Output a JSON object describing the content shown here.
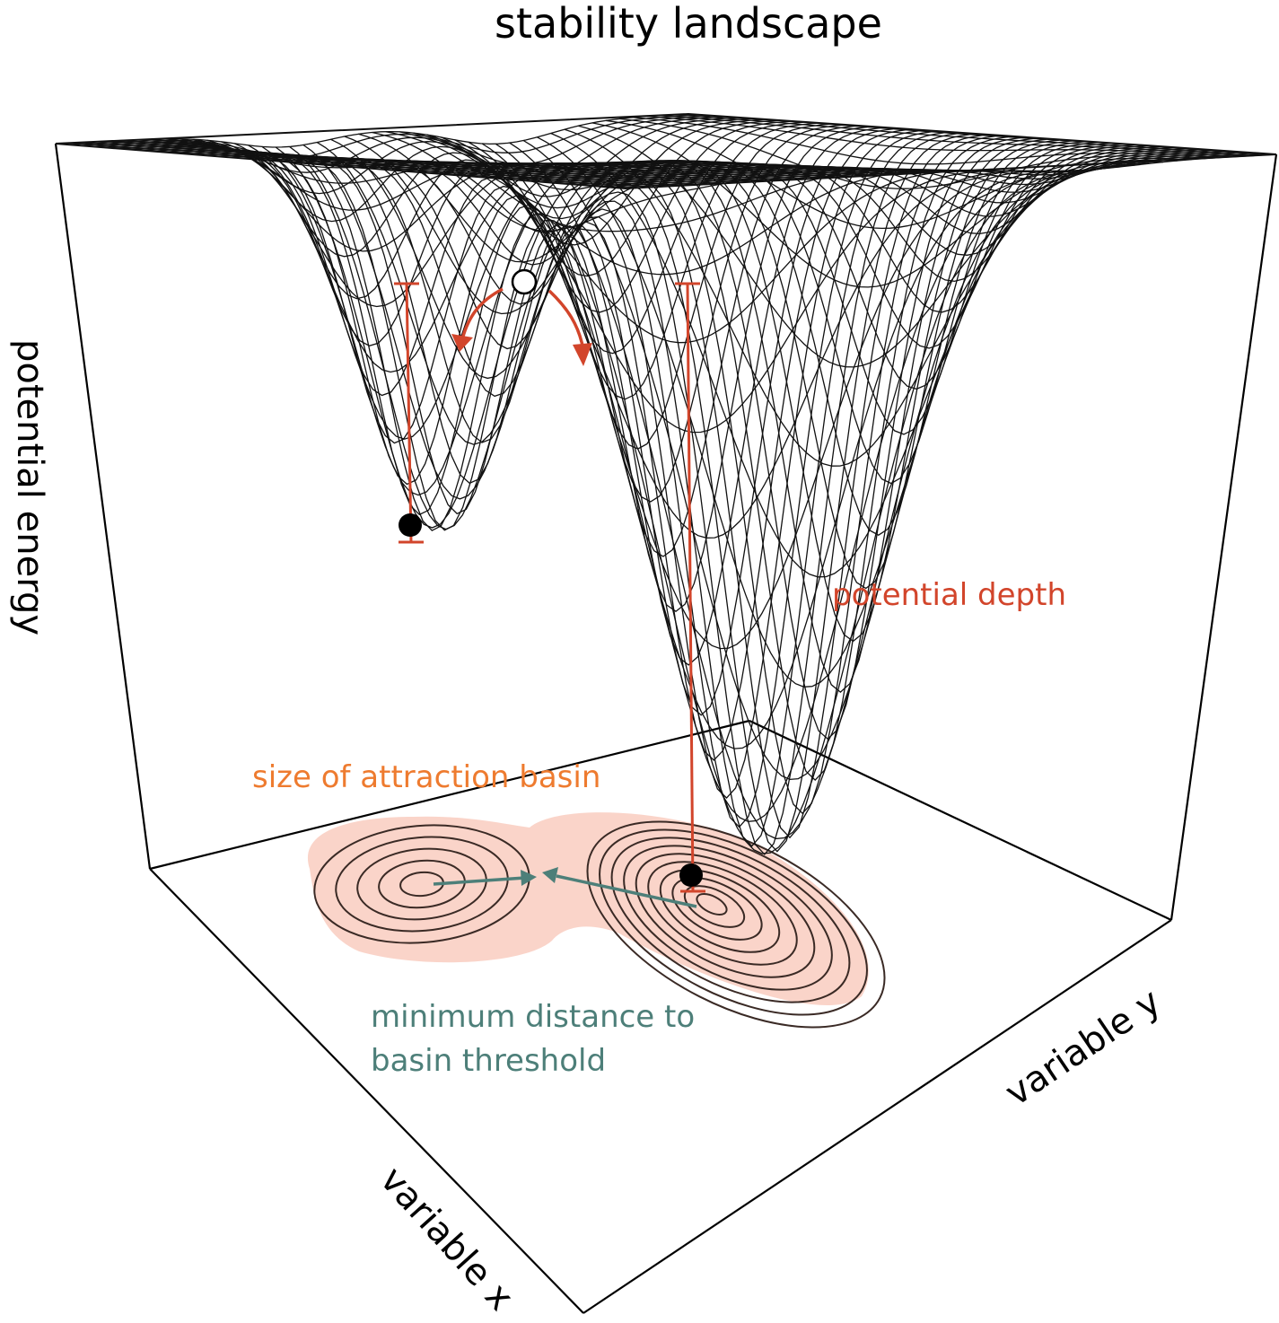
{
  "title": "stability landscape",
  "axes": {
    "z": "potential energy",
    "x": "variable x",
    "y": "variable y"
  },
  "annotations": {
    "potential_depth": "potential depth",
    "basin_size": "size of attraction basin",
    "min_distance_line1": "minimum distance to",
    "min_distance_line2": "basin threshold"
  },
  "colors": {
    "depth": "#d2452b",
    "basin_text": "#ee7b2f",
    "basin_fill": "#f9cdbf",
    "distance": "#4d7f79",
    "mesh": "#111111"
  }
}
